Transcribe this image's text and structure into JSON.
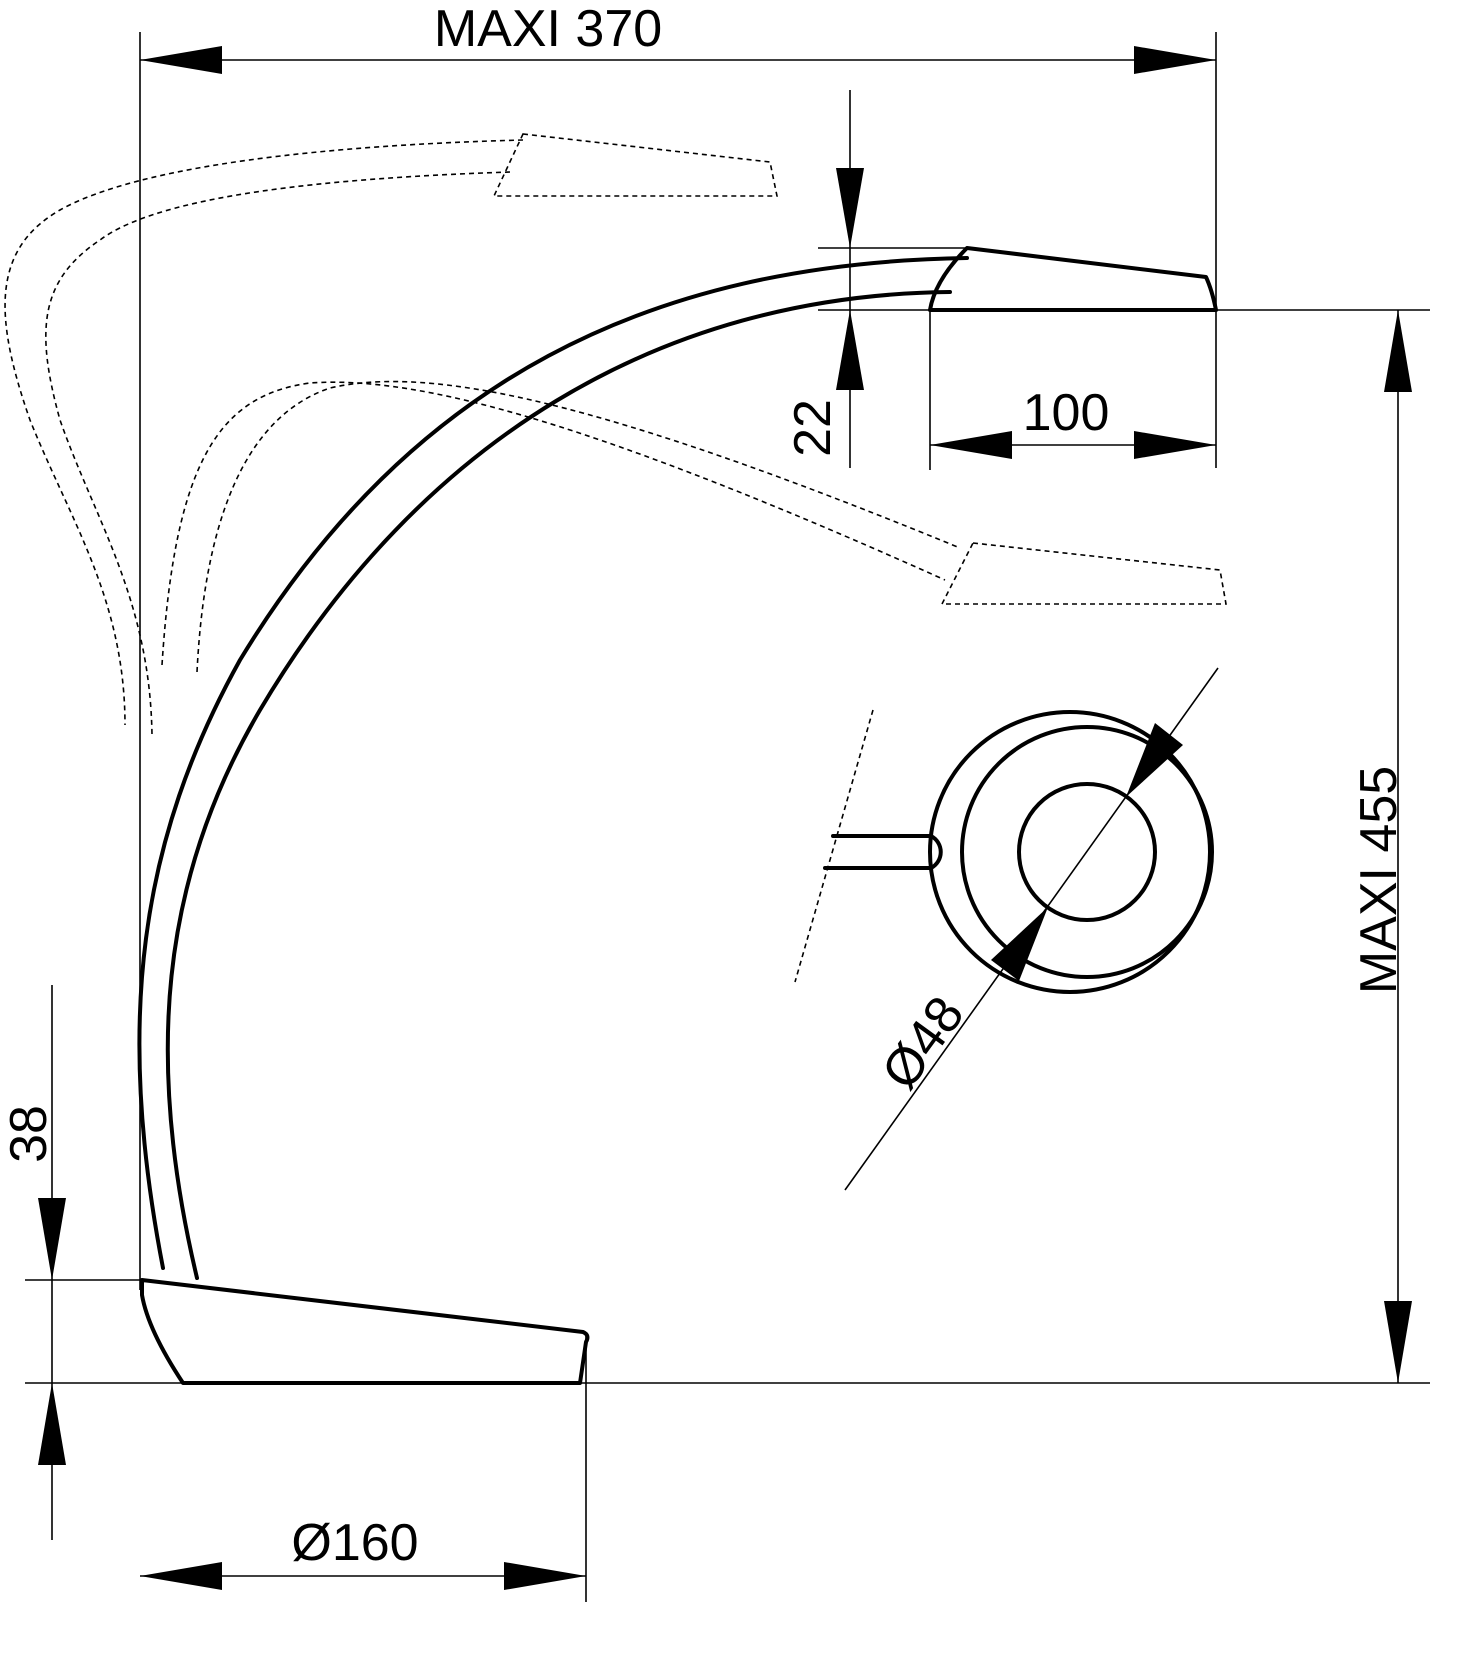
{
  "dimensions": {
    "max_width": "MAXI 370",
    "max_height": "MAXI 455",
    "head_height": "22",
    "head_length": "100",
    "base_height": "38",
    "base_diameter": "Ø160",
    "arm_diameter": "Ø48"
  }
}
